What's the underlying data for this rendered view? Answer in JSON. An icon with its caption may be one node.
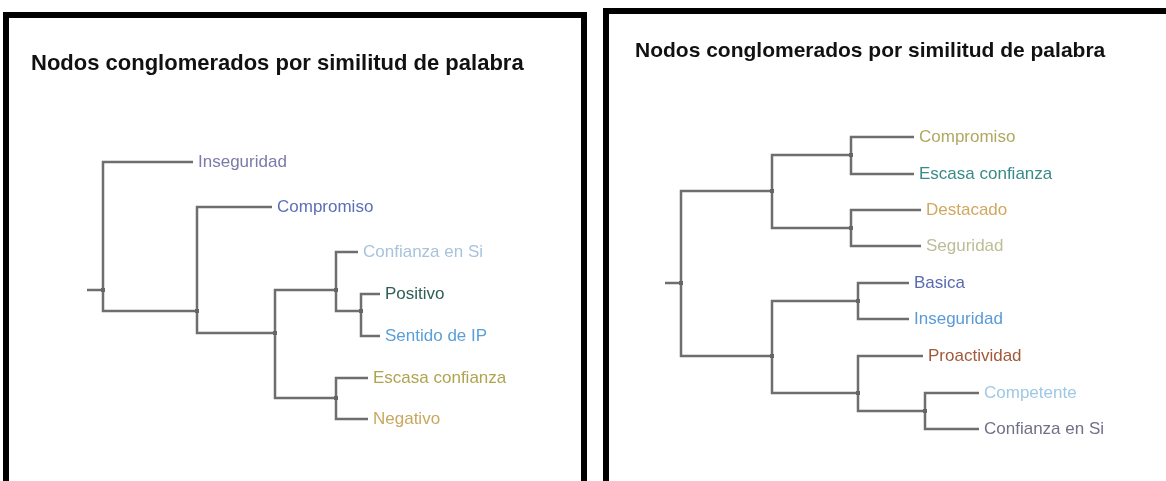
{
  "diagram": {
    "nodes": [
      {
        "text": [
          "Nodos conglomerados por similitud de palabra"
        ]
      },
      {
        "text": [],
        "shape": "point",
        "in": 0
      },
      {
        "text": [
          "Inseguridad"
        ],
        "in": 0
      },
      {
        "text": [],
        "shape": "point",
        "in": 0
      },
      {
        "text": [
          "Compromiso"
        ],
        "in": 0
      },
      {
        "text": [],
        "shape": "point",
        "in": 0
      },
      {
        "text": [],
        "shape": "point",
        "in": 0
      },
      {
        "text": [
          "Confianza en Si"
        ],
        "in": 0
      },
      {
        "text": [],
        "shape": "point",
        "in": 0
      },
      {
        "text": [
          "Positivo"
        ],
        "in": 0
      },
      {
        "text": [
          "Sentido de IP"
        ],
        "in": 0
      },
      {
        "text": [],
        "shape": "point",
        "in": 0
      },
      {
        "text": [
          "Escasa confianza"
        ],
        "in": 0
      },
      {
        "text": [
          "Negativo"
        ],
        "in": 0
      },
      {
        "text": [
          "Nodos conglomerados por similitud de palabra"
        ]
      },
      {
        "text": [],
        "shape": "point",
        "in": 14
      },
      {
        "text": [],
        "shape": "point",
        "in": 14
      },
      {
        "text": [],
        "shape": "point",
        "in": 14
      },
      {
        "text": [
          "Compromiso"
        ],
        "in": 14
      },
      {
        "text": [
          "Escasa confianza"
        ],
        "in": 14
      },
      {
        "text": [],
        "shape": "point",
        "in": 14
      },
      {
        "text": [
          "Destacado"
        ],
        "in": 14
      },
      {
        "text": [
          "Seguridad"
        ],
        "in": 14
      },
      {
        "text": [],
        "shape": "point",
        "in": 14
      },
      {
        "text": [],
        "shape": "point",
        "in": 14
      },
      {
        "text": [
          "Basica"
        ],
        "in": 14
      },
      {
        "text": [
          "Inseguridad"
        ],
        "in": 14
      },
      {
        "text": [],
        "shape": "point",
        "in": 14
      },
      {
        "text": [
          "Proactividad"
        ],
        "in": 14
      },
      {
        "text": [],
        "shape": "point",
        "in": 14
      },
      {
        "text": [
          "Competente"
        ],
        "in": 14
      },
      {
        "text": [
          "Confianza en Si"
        ],
        "in": 14
      }
    ],
    "edges": [
      {
        "from": null,
        "to": 1,
        "arrow": "none"
      },
      {
        "from": 1,
        "to": 2,
        "arrow": "none"
      },
      {
        "from": 1,
        "to": 3,
        "arrow": "none"
      },
      {
        "from": 3,
        "to": 4,
        "arrow": "none"
      },
      {
        "from": 3,
        "to": 5,
        "arrow": "none"
      },
      {
        "from": 5,
        "to": 6,
        "arrow": "none"
      },
      {
        "from": 5,
        "to": 11,
        "arrow": "none"
      },
      {
        "from": 6,
        "to": 7,
        "arrow": "none"
      },
      {
        "from": 6,
        "to": 8,
        "arrow": "none"
      },
      {
        "from": 8,
        "to": 9,
        "arrow": "none"
      },
      {
        "from": 8,
        "to": 10,
        "arrow": "none"
      },
      {
        "from": 11,
        "to": 12,
        "arrow": "none"
      },
      {
        "from": 11,
        "to": 13,
        "arrow": "none"
      },
      {
        "from": null,
        "to": 15,
        "arrow": "none"
      },
      {
        "from": 15,
        "to": 16,
        "arrow": "none"
      },
      {
        "from": 15,
        "to": 23,
        "arrow": "none"
      },
      {
        "from": 16,
        "to": 17,
        "arrow": "none"
      },
      {
        "from": 16,
        "to": 20,
        "arrow": "none"
      },
      {
        "from": 17,
        "to": 18,
        "arrow": "none"
      },
      {
        "from": 17,
        "to": 19,
        "arrow": "none"
      },
      {
        "from": 20,
        "to": 21,
        "arrow": "none"
      },
      {
        "from": 20,
        "to": 22,
        "arrow": "none"
      },
      {
        "from": 23,
        "to": 24,
        "arrow": "none"
      },
      {
        "from": 23,
        "to": 27,
        "arrow": "none"
      },
      {
        "from": 24,
        "to": 25,
        "arrow": "none"
      },
      {
        "from": 24,
        "to": 26,
        "arrow": "none"
      },
      {
        "from": 27,
        "to": 28,
        "arrow": "none"
      },
      {
        "from": 27,
        "to": 29,
        "arrow": "none"
      },
      {
        "from": 29,
        "to": 30,
        "arrow": "none"
      },
      {
        "from": 29,
        "to": 31,
        "arrow": "none"
      }
    ]
  }
}
